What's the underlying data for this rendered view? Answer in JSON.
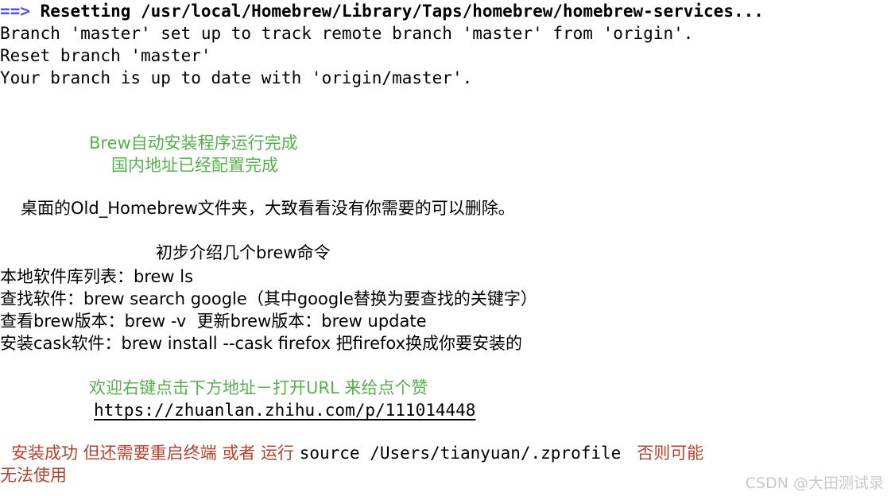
{
  "terminal": {
    "colors": {
      "background": "#ffffff",
      "default_text": "#000000",
      "arrow_prefix": "#5353e6",
      "green": "#57b04e",
      "red": "#b2432f",
      "watermark": "#c9c9c9"
    },
    "lines": {
      "reset_prefix": "==>",
      "reset_message": "Resetting /usr/local/Homebrew/Library/Taps/homebrew/homebrew-services...",
      "branch_track": "Branch 'master' set up to track remote branch 'master' from 'origin'.",
      "reset_branch": "Reset branch 'master'",
      "branch_uptodate": "Your branch is up to date with 'origin/master'.",
      "brew_done": "Brew自动安装程序运行完成",
      "mirror_done": "国内地址已经配置完成",
      "desktop_note": "桌面的Old_Homebrew文件夹，大致看看没有你需要的可以删除。",
      "intro_heading": "初步介绍几个brew命令",
      "cmd_list": "本地软件库列表：brew ls",
      "cmd_search": "查找软件：brew search google（其中google替换为要查找的关键字）",
      "cmd_version": "查看brew版本：brew -v  更新brew版本：brew update",
      "cmd_cask": "安装cask软件：brew install --cask firefox 把firefox换成你要安装的",
      "url_invite": "欢迎右键点击下方地址－打开URL 来给点个赞",
      "url": "https://zhuanlan.zhihu.com/p/111014448",
      "warn_part1": "安装成功 但还需要重启终端 或者 运行 ",
      "warn_command": "source /Users/tianyuan/.zprofile",
      "warn_part2": "   否则可能",
      "warn_part3": "无法使用"
    },
    "watermark": "CSDN @大田测试录"
  }
}
